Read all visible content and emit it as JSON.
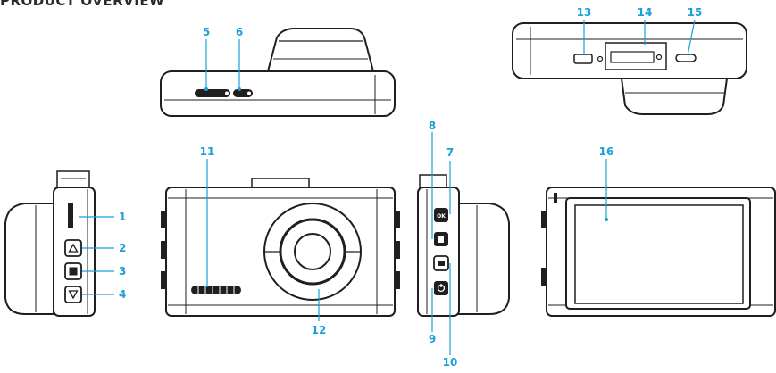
{
  "title": "PRODUCT OVERVIEW",
  "accent_color": "#1a9fd8",
  "device_color": "#1f1f1f",
  "callouts": [
    "1",
    "2",
    "3",
    "4",
    "5",
    "6",
    "7",
    "8",
    "9",
    "10",
    "11",
    "12",
    "13",
    "14",
    "15",
    "16"
  ],
  "views": {
    "top_view": {
      "callouts": [
        "5",
        "6"
      ]
    },
    "bottom_view": {
      "callouts": [
        "13",
        "14",
        "15"
      ]
    },
    "left_side": {
      "callouts": [
        "1",
        "2",
        "3",
        "4"
      ]
    },
    "front": {
      "callouts": [
        "11",
        "12"
      ]
    },
    "right_side": {
      "callouts": [
        "7",
        "8",
        "9",
        "10"
      ]
    },
    "back": {
      "callouts": [
        "16"
      ]
    }
  },
  "icons": [
    "microsd-slot-icon",
    "up-arrow-icon",
    "menu-icon",
    "down-arrow-icon",
    "ok-icon",
    "mic-icon",
    "camera-icon",
    "power-icon"
  ]
}
